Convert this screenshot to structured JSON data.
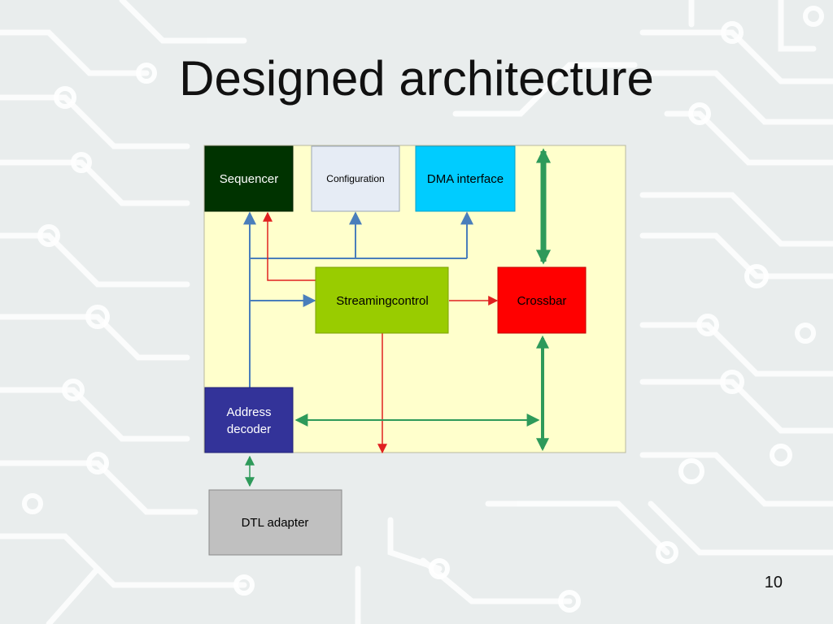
{
  "slide": {
    "title": "Designed architecture",
    "page_number": "10"
  },
  "blocks": {
    "sequencer": {
      "label": "Sequencer",
      "fill": "#003300",
      "text_color": "#ffffff"
    },
    "configuration": {
      "label": "Configuration",
      "fill": "#e6ecf5",
      "text_color": "#000000"
    },
    "dma_interface": {
      "label": "DMA interface",
      "fill": "#00ccff",
      "text_color": "#000000"
    },
    "streaming_control": {
      "label": "Streamingcontrol",
      "fill": "#99cc00",
      "text_color": "#000000"
    },
    "crossbar": {
      "label": "Crossbar",
      "fill": "#ff0000",
      "text_color": "#000000"
    },
    "address_decoder": {
      "line1": "Address",
      "line2": "decoder",
      "fill": "#333399",
      "text_color": "#ffffff"
    },
    "dtl_adapter": {
      "label": "DTL adapter",
      "fill": "#c0c0c0",
      "text_color": "#000000"
    }
  },
  "colors": {
    "panel": "#ffffcc",
    "blue_arrow": "#4a7ebb",
    "red_arrow": "#e02020",
    "green_arrow": "#2e9a5a",
    "background": "#e9eded",
    "circuit_traces": "#ffffff"
  }
}
